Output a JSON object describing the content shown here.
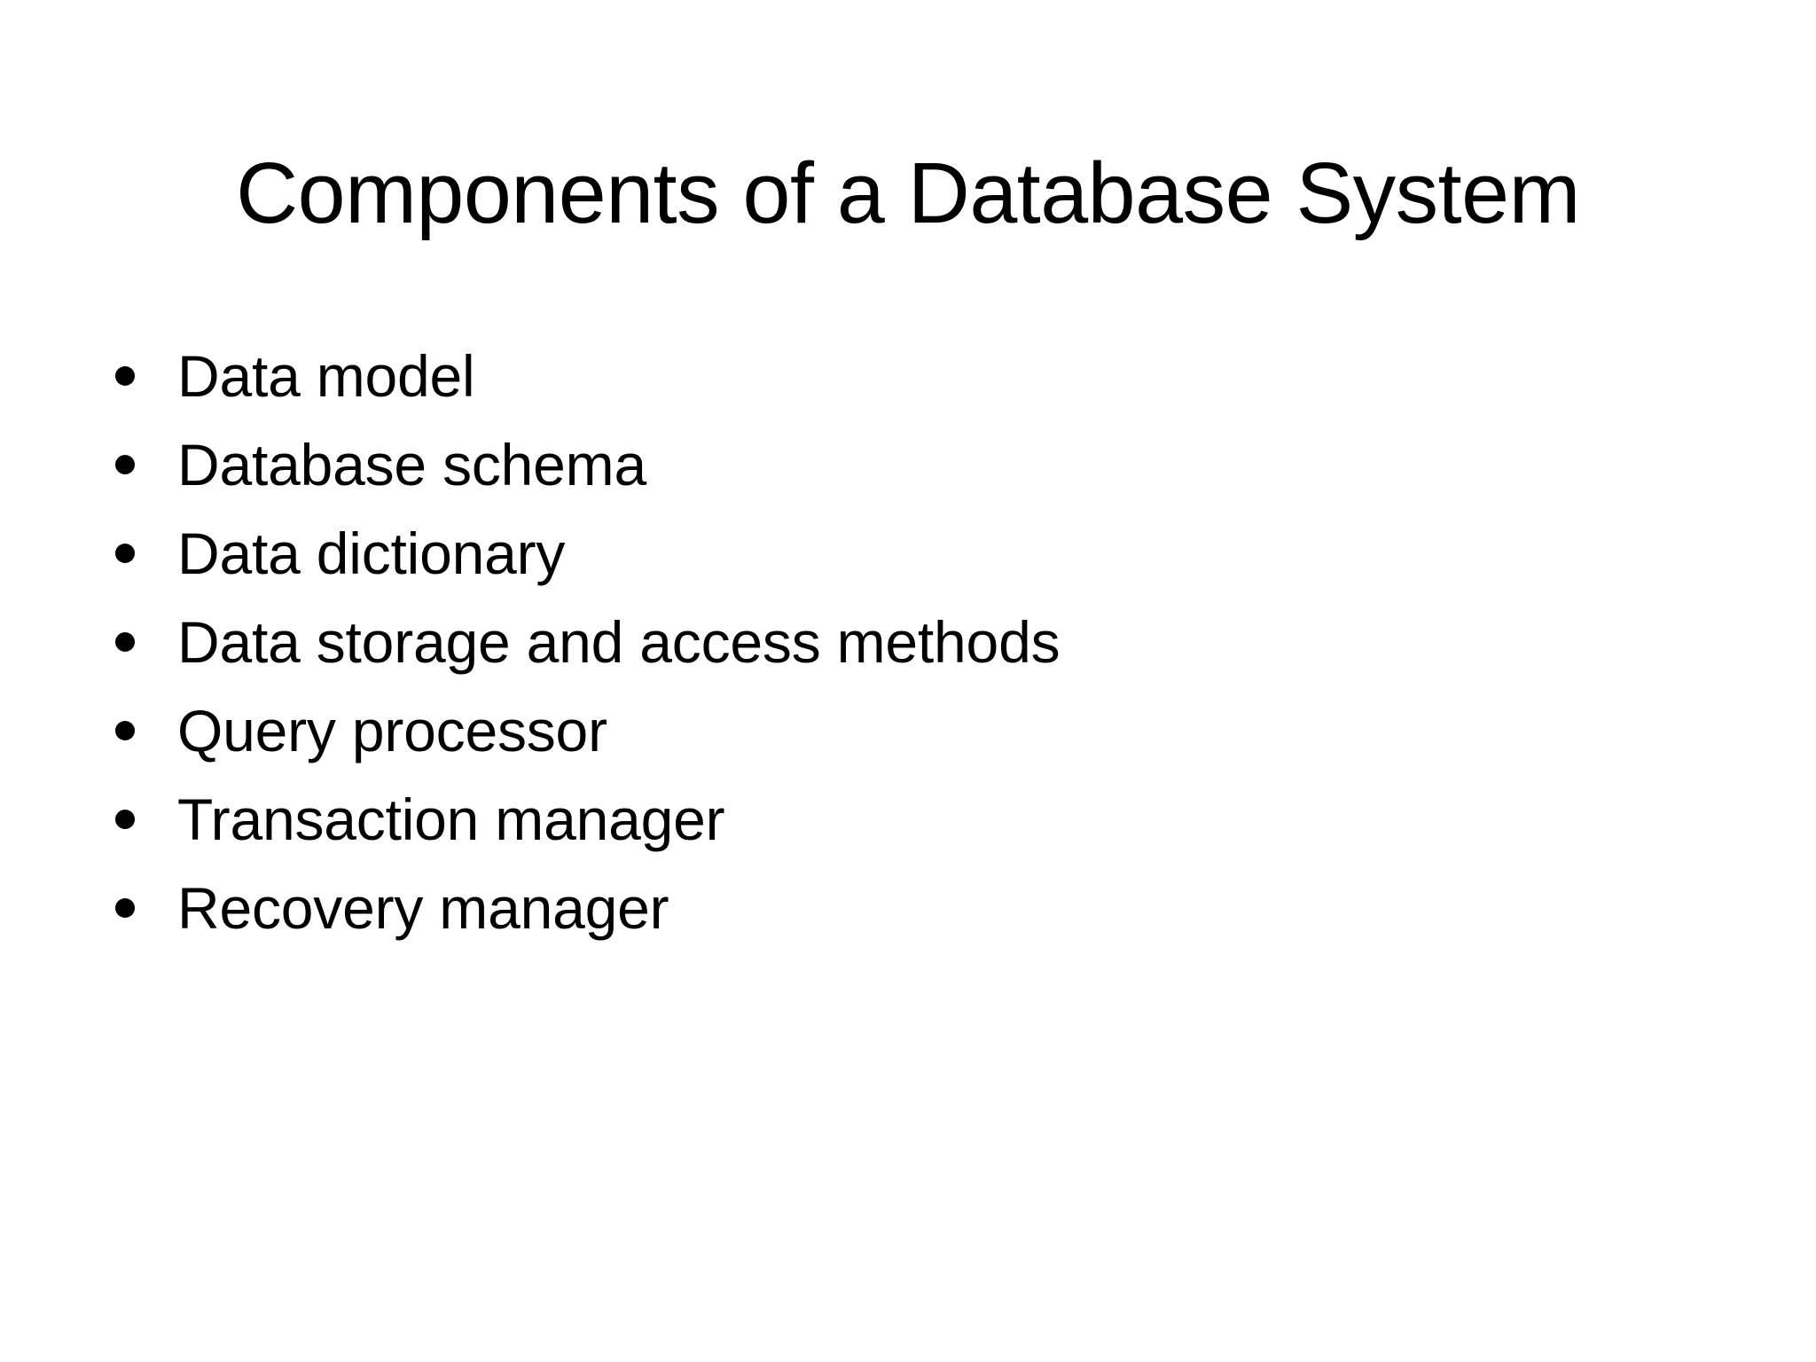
{
  "slide": {
    "title": "Components of a Database System",
    "background_color": "#FFFFFF",
    "text_color": "#000000",
    "bullet_glyph": "bullet-dot",
    "bullets": [
      {
        "label": "Data model"
      },
      {
        "label": "Database schema"
      },
      {
        "label": "Data dictionary"
      },
      {
        "label": "Data storage and access methods"
      },
      {
        "label": "Query processor"
      },
      {
        "label": "Transaction manager"
      },
      {
        "label": "Recovery manager"
      }
    ]
  }
}
